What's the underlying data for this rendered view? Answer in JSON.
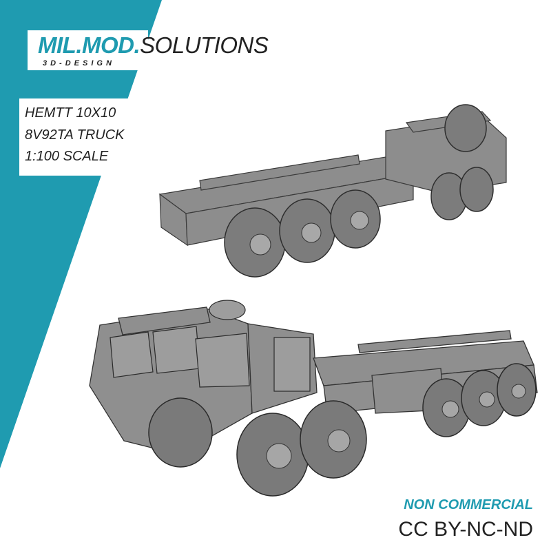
{
  "brand": {
    "accent": "MIL.MOD.",
    "rest": "SOLUTIONS",
    "subtitle": "3D-DESIGN"
  },
  "info": {
    "line1": "HEMTT 10X10",
    "line2": "8V92TA TRUCK",
    "line3": "1:100 SCALE"
  },
  "license": {
    "type": "NON COMMERCIAL",
    "code": "CC BY-NC-ND"
  },
  "colors": {
    "teal": "#1f9bb0",
    "text": "#222222",
    "model": "#8a8a8a"
  }
}
